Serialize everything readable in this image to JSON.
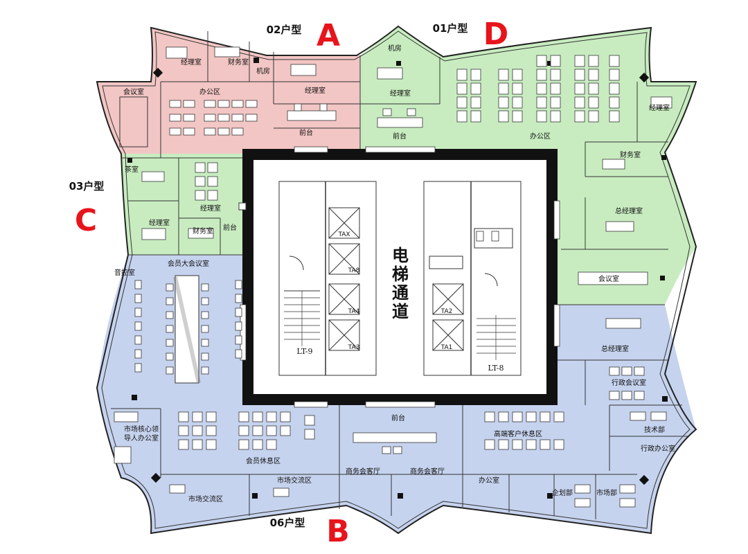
{
  "units": {
    "a": {
      "type_label": "02户型",
      "letter": "A",
      "color": "#f2c6c4"
    },
    "b": {
      "type_label": "06户型",
      "letter": "B",
      "color": "#c6d3ee"
    },
    "c": {
      "type_label": "03户型",
      "letter": "C",
      "color": "#c8ecc0"
    },
    "d": {
      "type_label": "01户型",
      "letter": "D",
      "color": "#c8ecc0"
    }
  },
  "core": {
    "label_1": "电",
    "label_2": "梯",
    "label_3": "通",
    "label_4": "道"
  },
  "elevators": [
    "TAX",
    "TA8",
    "TA4",
    "TA3",
    "TA2",
    "TA1"
  ],
  "stairs": [
    "LT-9",
    "LT-8"
  ],
  "rooms": {
    "a_manager_1": "经理室",
    "a_finance": "财务室",
    "a_machine": "机房",
    "a_manager_2": "经理室",
    "a_meeting": "会议室",
    "a_office": "办公区",
    "a_reception": "前台",
    "d_machine": "机房",
    "d_manager_1": "经理室",
    "d_reception": "前台",
    "d_office": "办公区",
    "d_manager_2": "经理室",
    "d_finance": "财务室",
    "d_gm": "总经理室",
    "d_meeting": "会议室",
    "c_tea": "茶室",
    "c_manager_1": "经理室",
    "c_manager_2": "经理室",
    "c_finance": "财务室",
    "c_reception": "前台",
    "b_control": "音控室",
    "b_big_meeting": "会员大会议室",
    "b_gm": "总经理室",
    "b_admin_meeting": "行政会议室",
    "b_tech": "技术部",
    "b_admin_office": "行政办公室",
    "b_market_core_1": "市场核心领",
    "b_market_core_2": "导人办公室",
    "b_member_lounge": "会员休息区",
    "b_reception": "前台",
    "b_vip_lounge": "高端客户休息区",
    "b_market_ex_1": "市场交流区",
    "b_market_ex_2": "市场交流区",
    "b_biz_1": "商务会客厅",
    "b_biz_2": "商务会客厅",
    "b_office": "办公室",
    "b_plan": "企划部",
    "b_market": "市场部"
  }
}
